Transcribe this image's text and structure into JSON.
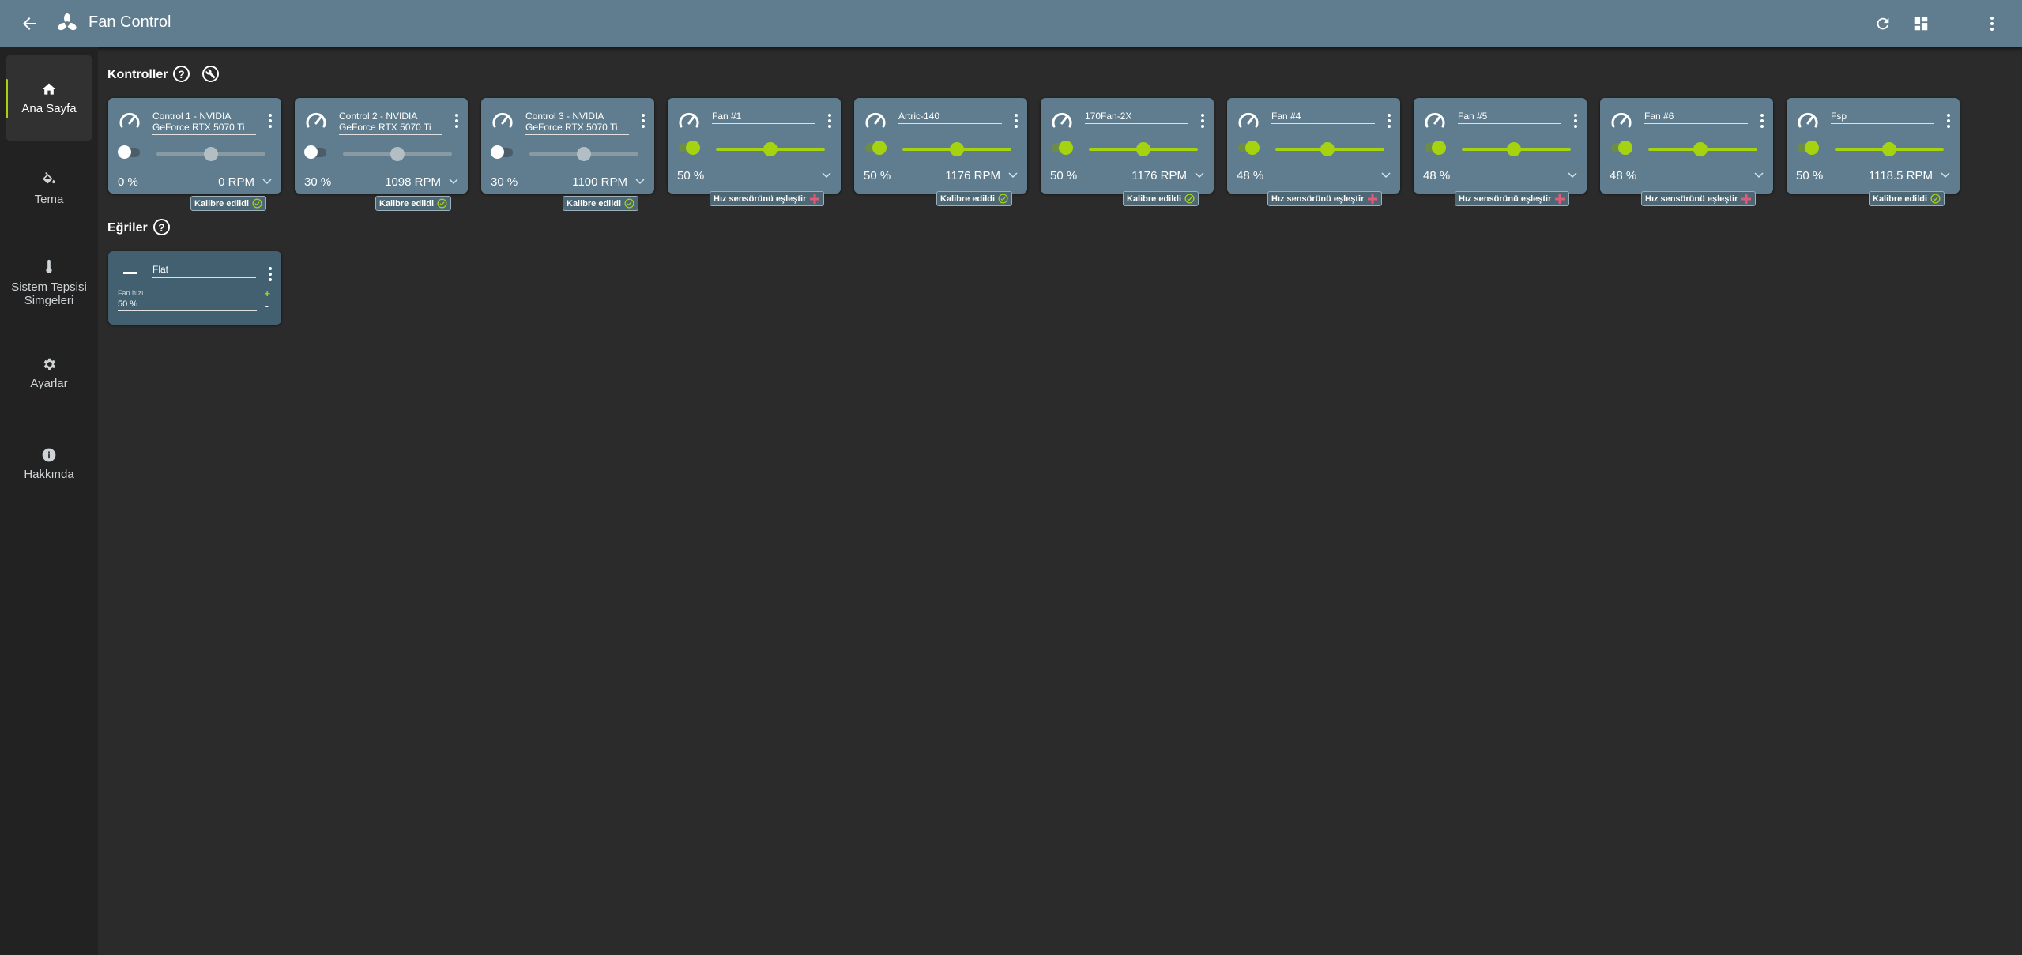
{
  "app": {
    "title": "Fan Control",
    "accent": "#a6d30f",
    "topbar_color": "#5f7d8e"
  },
  "topbar": {
    "icons": [
      "back-arrow-icon",
      "fan-logo-icon",
      "refresh-icon",
      "dashboard-layout-icon",
      "more-vert-icon"
    ]
  },
  "sidebar": {
    "items": [
      {
        "label": "Ana Sayfa",
        "icon": "home-icon",
        "active": true
      },
      {
        "label": "Tema",
        "icon": "paint-bucket-icon",
        "active": false
      },
      {
        "label": "Sistem Tepsisi Simgeleri",
        "icon": "thermometer-icon",
        "active": false
      },
      {
        "label": "Ayarlar",
        "icon": "gear-icon",
        "active": false
      },
      {
        "label": "Hakkında",
        "icon": "info-icon",
        "active": false
      }
    ]
  },
  "controls_section": {
    "title": "Kontroller",
    "help": "?",
    "icons": [
      "help-icon",
      "wrench-icon"
    ]
  },
  "controls": [
    {
      "name": "Control 1 - NVIDIA GeForce RTX 5070 Ti",
      "percent": "0 %",
      "rpm": "0 RPM",
      "enabled": false,
      "level": 0.5,
      "badge": "Kalibre edildi",
      "badge_status": "ok"
    },
    {
      "name": "Control 2 - NVIDIA GeForce RTX 5070 Ti",
      "percent": "30 %",
      "rpm": "1098 RPM",
      "enabled": false,
      "level": 0.5,
      "badge": "Kalibre edildi",
      "badge_status": "ok"
    },
    {
      "name": "Control 3 - NVIDIA GeForce RTX 5070 Ti",
      "percent": "30 %",
      "rpm": "1100 RPM",
      "enabled": false,
      "level": 0.5,
      "badge": "Kalibre edildi",
      "badge_status": "ok"
    },
    {
      "name": "Fan #1",
      "percent": "50 %",
      "rpm": "",
      "enabled": true,
      "level": 0.5,
      "badge": "Hız sensörünü eşleştir",
      "badge_status": "link"
    },
    {
      "name": "Artric-140",
      "percent": "50 %",
      "rpm": "1176 RPM",
      "enabled": true,
      "level": 0.5,
      "badge": "Kalibre edildi",
      "badge_status": "ok"
    },
    {
      "name": "170Fan-2X",
      "percent": "50 %",
      "rpm": "1176 RPM",
      "enabled": true,
      "level": 0.5,
      "badge": "Kalibre edildi",
      "badge_status": "ok"
    },
    {
      "name": "Fan #4",
      "percent": "48 %",
      "rpm": "",
      "enabled": true,
      "level": 0.48,
      "badge": "Hız sensörünü eşleştir",
      "badge_status": "link"
    },
    {
      "name": "Fan #5",
      "percent": "48 %",
      "rpm": "",
      "enabled": true,
      "level": 0.48,
      "badge": "Hız sensörünü eşleştir",
      "badge_status": "link"
    },
    {
      "name": "Fan #6",
      "percent": "48 %",
      "rpm": "",
      "enabled": true,
      "level": 0.48,
      "badge": "Hız sensörünü eşleştir",
      "badge_status": "link"
    },
    {
      "name": "Fsp",
      "percent": "50 %",
      "rpm": "1118.5 RPM",
      "enabled": true,
      "level": 0.5,
      "badge": "Kalibre edildi",
      "badge_status": "ok"
    }
  ],
  "curves_section": {
    "title": "Eğriler",
    "help": "?"
  },
  "curves": [
    {
      "name": "Flat",
      "field_label": "Fan hızı",
      "value": "50 %",
      "plus": "+",
      "minus": "-",
      "icon": "flat-line-icon"
    }
  ]
}
